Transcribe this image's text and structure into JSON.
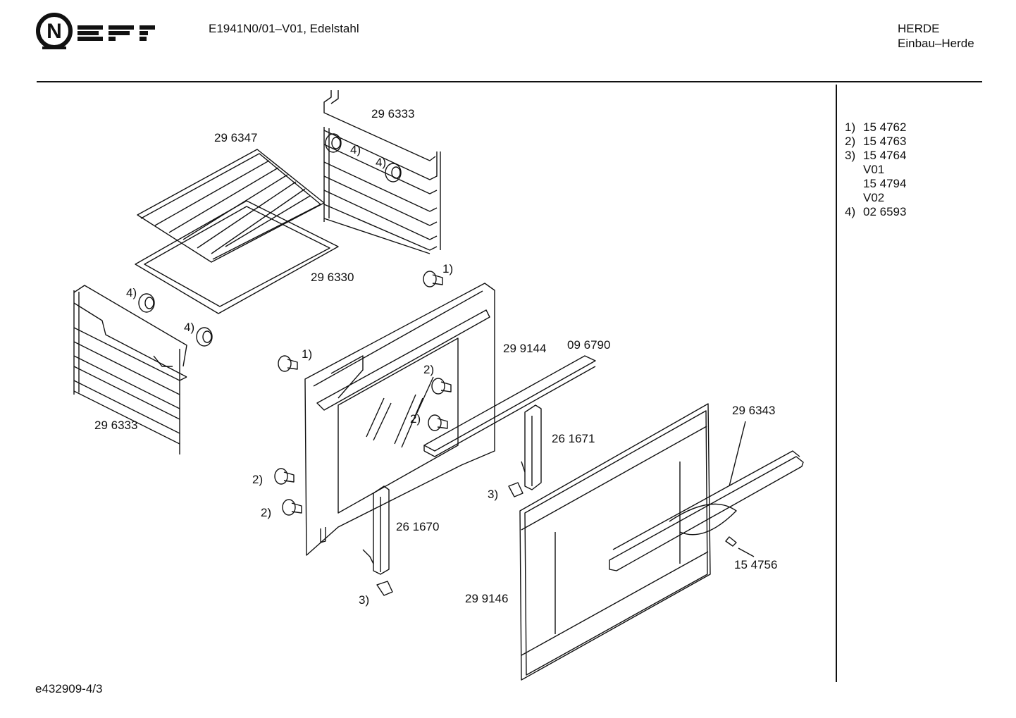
{
  "header": {
    "brand": "NEFF",
    "model_line": "E1941N0/01–V01, Edelstahl",
    "category": "HERDE",
    "subcategory": "Einbau–Herde"
  },
  "footer": {
    "drawing_id": "e432909-4/3"
  },
  "notes": [
    {
      "key": "1)",
      "value": "15 4762"
    },
    {
      "key": "2)",
      "value": "15 4763"
    },
    {
      "key": "3)",
      "value": "15 4764"
    },
    {
      "key": "",
      "value": "V01"
    },
    {
      "key": "",
      "value": "15 4794"
    },
    {
      "key": "",
      "value": "V02"
    },
    {
      "key": "4)",
      "value": "02 6593"
    }
  ],
  "parts": {
    "rack_top": "29 6333",
    "grid_shelf": "29 6347",
    "baking_tray": "29 6330",
    "rack_left": "29 6333",
    "hinge_bar": "29 9144",
    "rail": "09 6790",
    "hinge_right": "26 1671",
    "hinge_left": "26 1670",
    "door_handle": "29 6343",
    "handle_clip": "15 4756",
    "door": "29 9146"
  },
  "callouts": {
    "c1a": "4)",
    "c1b": "4)",
    "c2a": "4)",
    "c2b": "4)",
    "c3a": "1)",
    "c3b": "1)",
    "c4a": "2)",
    "c4b": "2)",
    "c4c": "2)",
    "c4d": "2)",
    "c5a": "3)",
    "c5b": "3)"
  }
}
